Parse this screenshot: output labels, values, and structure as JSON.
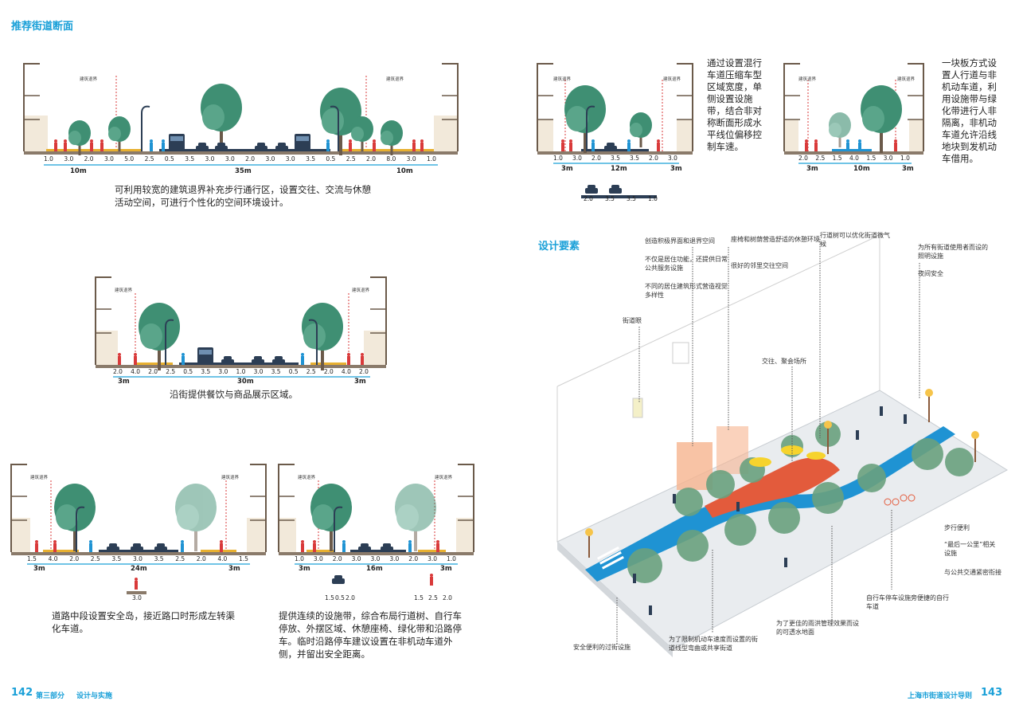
{
  "section_title": "推荐街道断面",
  "s1": {
    "setback": [
      "建筑退界",
      "建筑退界"
    ],
    "dims": [
      "1.0",
      "3.0",
      "2.0",
      "3.0",
      "5.0",
      "2.5",
      "0.5",
      "3.5",
      "3.0",
      "3.0",
      "2.0",
      "3.0",
      "3.0",
      "3.5",
      "0.5",
      "2.5",
      "2.0",
      "8.0",
      "3.0",
      "1.0"
    ],
    "totals": [
      "10m",
      "35m",
      "10m"
    ],
    "caption": "可利用较宽的建筑退界补充步行通行区，设置交往、交流与休憩活动空间，可进行个性化的空间环境设计。"
  },
  "s2": {
    "setback": [
      "建筑退界",
      "建筑退界"
    ],
    "dims": [
      "2.0",
      "4.0",
      "2.0",
      "2.5",
      "0.5",
      "3.5",
      "3.0",
      "1.0",
      "3.0",
      "3.5",
      "0.5",
      "2.5",
      "2.0",
      "4.0",
      "2.0"
    ],
    "totals": [
      "3m",
      "30m",
      "3m"
    ],
    "caption": "沿街提供餐饮与商品展示区域。"
  },
  "s3": {
    "setback": [
      "建筑退界",
      "建筑退界"
    ],
    "dims": [
      "1.5",
      "4.0",
      "2.0",
      "2.5",
      "3.5",
      "3.0",
      "3.5",
      "2.5",
      "2.0",
      "4.0",
      "1.5"
    ],
    "totals": [
      "3m",
      "24m",
      "3m"
    ],
    "island": [
      "3.0"
    ],
    "caption": "道路中段设置安全岛，接近路口时形成左转渠化车道。"
  },
  "s4": {
    "setback": [
      "建筑退界",
      "建筑退界"
    ],
    "dims": [
      "1.0",
      "3.0",
      "2.0",
      "3.0",
      "3.0",
      "3.0",
      "2.0",
      "3.0",
      "1.0"
    ],
    "totals": [
      "3m",
      "16m",
      "3m"
    ],
    "sub_left": [
      "1.5",
      "0.5",
      "2.0"
    ],
    "sub_right": [
      "1.5",
      "2.5",
      "2.0"
    ],
    "caption": "提供连续的设施带，综合布局行道树、自行车停放、外摆区域、休憩座椅、绿化带和沿路停车。临时沿路停车建议设置在非机动车道外侧，并留出安全距离。"
  },
  "s5": {
    "setback": [
      "建筑退界",
      "建筑退界"
    ],
    "dims": [
      "1.0",
      "3.0",
      "2.0",
      "3.5",
      "3.5",
      "2.0",
      "3.0"
    ],
    "totals": [
      "3m",
      "12m",
      "3m"
    ],
    "sub": [
      "2.0",
      "3.5",
      "3.5",
      "1.0"
    ],
    "side_text": "通过设置混行车道压缩车型区域宽度，单侧设置设施带，结合非对称断面形成水平线位偏移控制车速。"
  },
  "s6": {
    "setback": [
      "建筑退界",
      "建筑退界"
    ],
    "dims": [
      "2.0",
      "2.5",
      "1.5",
      "4.0",
      "1.5",
      "3.0",
      "1.0"
    ],
    "totals": [
      "3m",
      "10m",
      "3m"
    ],
    "side_text": "一块板方式设置人行道与非机动车道，利用设施带与绿化带进行人非隔离，非机动车道允许沿线地块到发机动车借用。"
  },
  "design": {
    "title": "设计要素",
    "annotations": {
      "a1": "创造积极界面和退界空间",
      "a2": "不仅是居住功能，还提供日常公共服务设施",
      "a3": "不同的居住建筑形式营造视觉多样性",
      "a4": "座椅和树荫营造舒适的休憩环境",
      "a5": "很好的邻里交往空间",
      "a6": "行道树可以优化街道微气候",
      "a7": "为所有街道使用者而设的照明设施",
      "a8": "夜间安全",
      "a9": "街道眼",
      "a10": "交往、聚会场所",
      "a11": "步行便利",
      "a12": "“最后一公里”相关设施",
      "a13": "与公共交通紧密衔接",
      "a14": "自行车停车设施旁便捷的自行车道",
      "a15": "为了更佳的雨洪管理效果而设的可透水地面",
      "a16": "为了限制机动车速度而设置的街道线型弯曲或共享街道",
      "a17": "安全便利的过街设施"
    }
  },
  "footer": {
    "left_page": "142",
    "left_part": "第三部分",
    "left_section": "设计与实施",
    "right_title": "上海市街道设计导则",
    "right_page": "143"
  },
  "colors": {
    "accent": "#1aa0d8",
    "tree": "#3f8f73",
    "bike": "#1f93d3",
    "road": "#2c3e55",
    "plaza": "#e35b3c"
  }
}
